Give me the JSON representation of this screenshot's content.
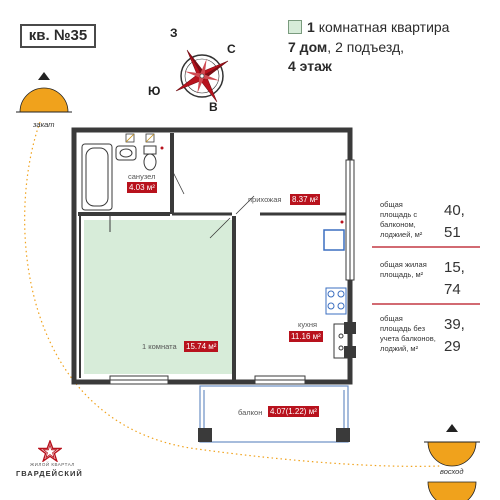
{
  "apartment": {
    "number_label": "кв. №35",
    "rooms_count": "1",
    "rooms_text": "комнатная квартира",
    "house": "7 дом",
    "entrance": ", 2 подъезд,",
    "floor": "4 этаж"
  },
  "compass": {
    "north": "З",
    "east": "С",
    "south": "В",
    "west": "Ю"
  },
  "sun": {
    "sunset": "закат",
    "sunrise": "восход"
  },
  "stats": [
    {
      "label": "общая площадь с балконом, лоджией, м²",
      "value": [
        "40,",
        "51"
      ]
    },
    {
      "label": "общая жилая площадь, м²",
      "value": [
        "15,",
        "74"
      ]
    },
    {
      "label": "общая площадь без учета балконов, лоджий, м²",
      "value": [
        "39,",
        "29"
      ]
    }
  ],
  "rooms": {
    "bathroom": {
      "name": "санузел",
      "area": "4.03 м²"
    },
    "hall": {
      "name": "прихожая",
      "area": "8.37 м²"
    },
    "room": {
      "name": "1 комната",
      "area": "15.74 м²"
    },
    "kitchen": {
      "name": "кухня",
      "area": "11.16 м²"
    },
    "balcony": {
      "name": "балкон",
      "area": "4.07(1.22) м²"
    }
  },
  "brand": {
    "small": "ЖИЛОЙ КВАРТАЛ",
    "name": "ГВАРДЕЙСКИЙ"
  },
  "colors": {
    "accent": "#b8121d",
    "sun": "#f0a21c",
    "wall": "#3a3a3a",
    "living": "#d7ecd9"
  }
}
